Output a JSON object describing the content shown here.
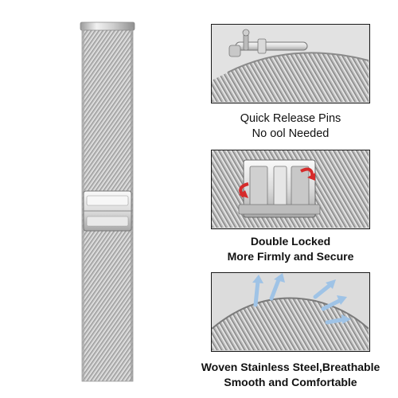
{
  "features": [
    {
      "icon": "pin-icon",
      "lines": [
        "Quick Release Pins",
        "No ool Needed"
      ]
    },
    {
      "icon": "lock-icon",
      "lines": [
        "Double Locked",
        "More Firmly and Secure"
      ]
    },
    {
      "icon": "flex-arrows-icon",
      "lines": [
        "Woven Stainless Steel,Breathable",
        "Smooth and Comfortable"
      ]
    }
  ],
  "colors": {
    "steel": "#c9c9c9",
    "steel_dark": "#8a8a8a",
    "steel_light": "#f4f4f4",
    "panel_border": "#1a1a1a",
    "arrow_red": "#d62b2b",
    "arrow_blue": "#9fc3e6",
    "text": "#111111"
  }
}
